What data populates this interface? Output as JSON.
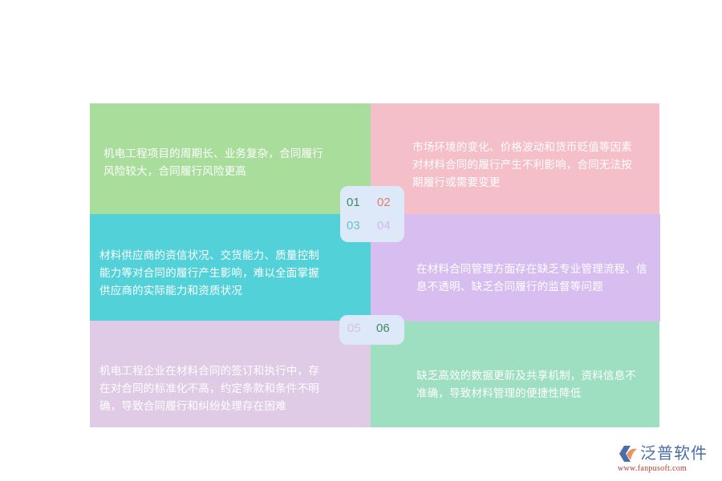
{
  "panels": [
    {
      "number": "01",
      "text": "机电工程项目的周期长、业务复杂，合同履行风险较大，合同履行风险更高",
      "color": "#a8dd9b",
      "number_color": "#3f8a5f"
    },
    {
      "number": "02",
      "text": "市场环境的变化、价格波动和货币贬值等因素对材料合同的履行产生不利影响，合同无法按期履行或需要变更",
      "color": "#f4bfc8",
      "number_color": "#e07e6c"
    },
    {
      "number": "03",
      "text": "材料供应商的资信状况、交货能力、质量控制能力等对合同的履行产生影响，难以全面掌握供应商的实际能力和资质状况",
      "color": "#52d1d9",
      "number_color": "#62c4cf"
    },
    {
      "number": "04",
      "text": "在材料合同管理方面存在缺乏专业管理流程、信息不透明、缺乏合同履行的监督等问题",
      "color": "#d7bdf0",
      "number_color": "#cfb9ef"
    },
    {
      "number": "05",
      "text": "机电工程企业在材料合同的签订和执行中，存在对合同的标准化不高，约定条款和条件不明确，导致合同履行和纠纷处理存在困难",
      "color": "#dfcbe6",
      "number_color": "#d3c3e1"
    },
    {
      "number": "06",
      "text": "缺乏高效的数据更新及共享机制，资料信息不准确，导致材料管理的便捷性降低",
      "color": "#9ddfc0",
      "number_color": "#3f8a5f"
    }
  ],
  "logo": {
    "icon": "fanpu-logo-icon",
    "brand": "泛普软件",
    "url": "www.fanpusoft.com"
  }
}
